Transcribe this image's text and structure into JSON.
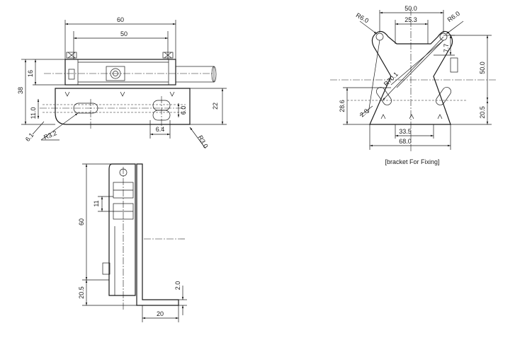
{
  "views": {
    "front": {
      "dims": {
        "d60": "60",
        "d50": "50",
        "d16": "16",
        "d38": "38",
        "d22": "22",
        "d11": "11.0",
        "d61": "6.1",
        "d32": "R3.2",
        "d60b": "6.0",
        "d64": "6.4",
        "dr30": "R3.0"
      }
    },
    "side": {
      "dims": {
        "d11": "11",
        "d60": "60",
        "d205": "20.5",
        "d20": "2.0",
        "d20b": "20"
      }
    },
    "bracket": {
      "caption": "[bracket For Fixing]",
      "dims": {
        "d500": "50.0",
        "d253": "25.3",
        "r6l": "R6.0",
        "r6r": "R6.0",
        "d77": "7.7",
        "d500v": "50.0",
        "r70": "R70.1",
        "d286": "28.6",
        "d20": "2.0",
        "d205": "20.5",
        "d335": "33.5",
        "d680": "68.0"
      }
    }
  }
}
